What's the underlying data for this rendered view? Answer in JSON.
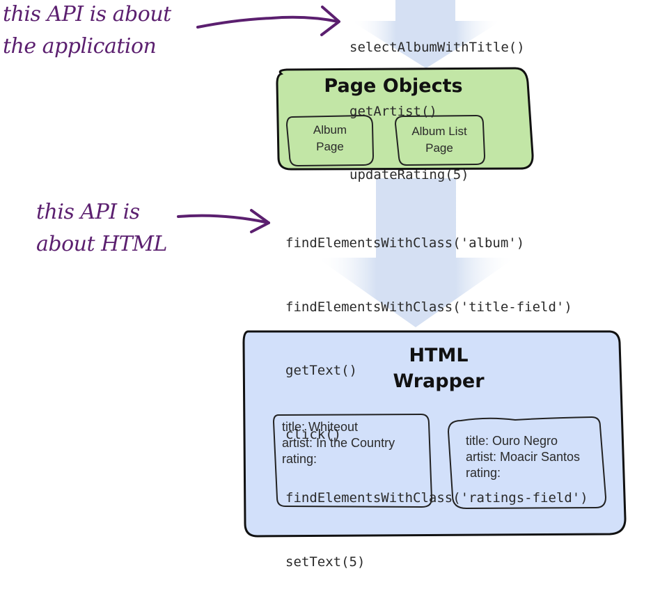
{
  "annotations": {
    "application_api": [
      "this API is about",
      "the application"
    ],
    "html_api": [
      "this API is",
      "about HTML"
    ]
  },
  "application_calls": [
    "selectAlbumWithTitle()",
    "getArtist()",
    "updateRating(5)"
  ],
  "page_objects": {
    "title": "Page Objects",
    "items": [
      {
        "lines": [
          "Album",
          "Page"
        ]
      },
      {
        "lines": [
          "Album List",
          "Page"
        ]
      }
    ],
    "color": "#c2e6a6"
  },
  "html_calls": [
    "findElementsWithClass('album')",
    "findElementsWithClass('title-field')",
    "getText()",
    "click()",
    "findElementsWithClass('ratings-field')",
    "setText(5)"
  ],
  "html_wrapper": {
    "title_lines": [
      "HTML",
      "Wrapper"
    ],
    "color": "#d2e0fa",
    "albums": [
      {
        "title": "title: Whiteout",
        "artist": "artist: In the Country",
        "rating": "rating:"
      },
      {
        "title": "title: Ouro Negro",
        "artist": "artist: Moacir Santos",
        "rating": "rating:"
      }
    ]
  },
  "colors": {
    "annotation_ink": "#5b1f6f",
    "flow_arrow": "#c9d8f0"
  }
}
